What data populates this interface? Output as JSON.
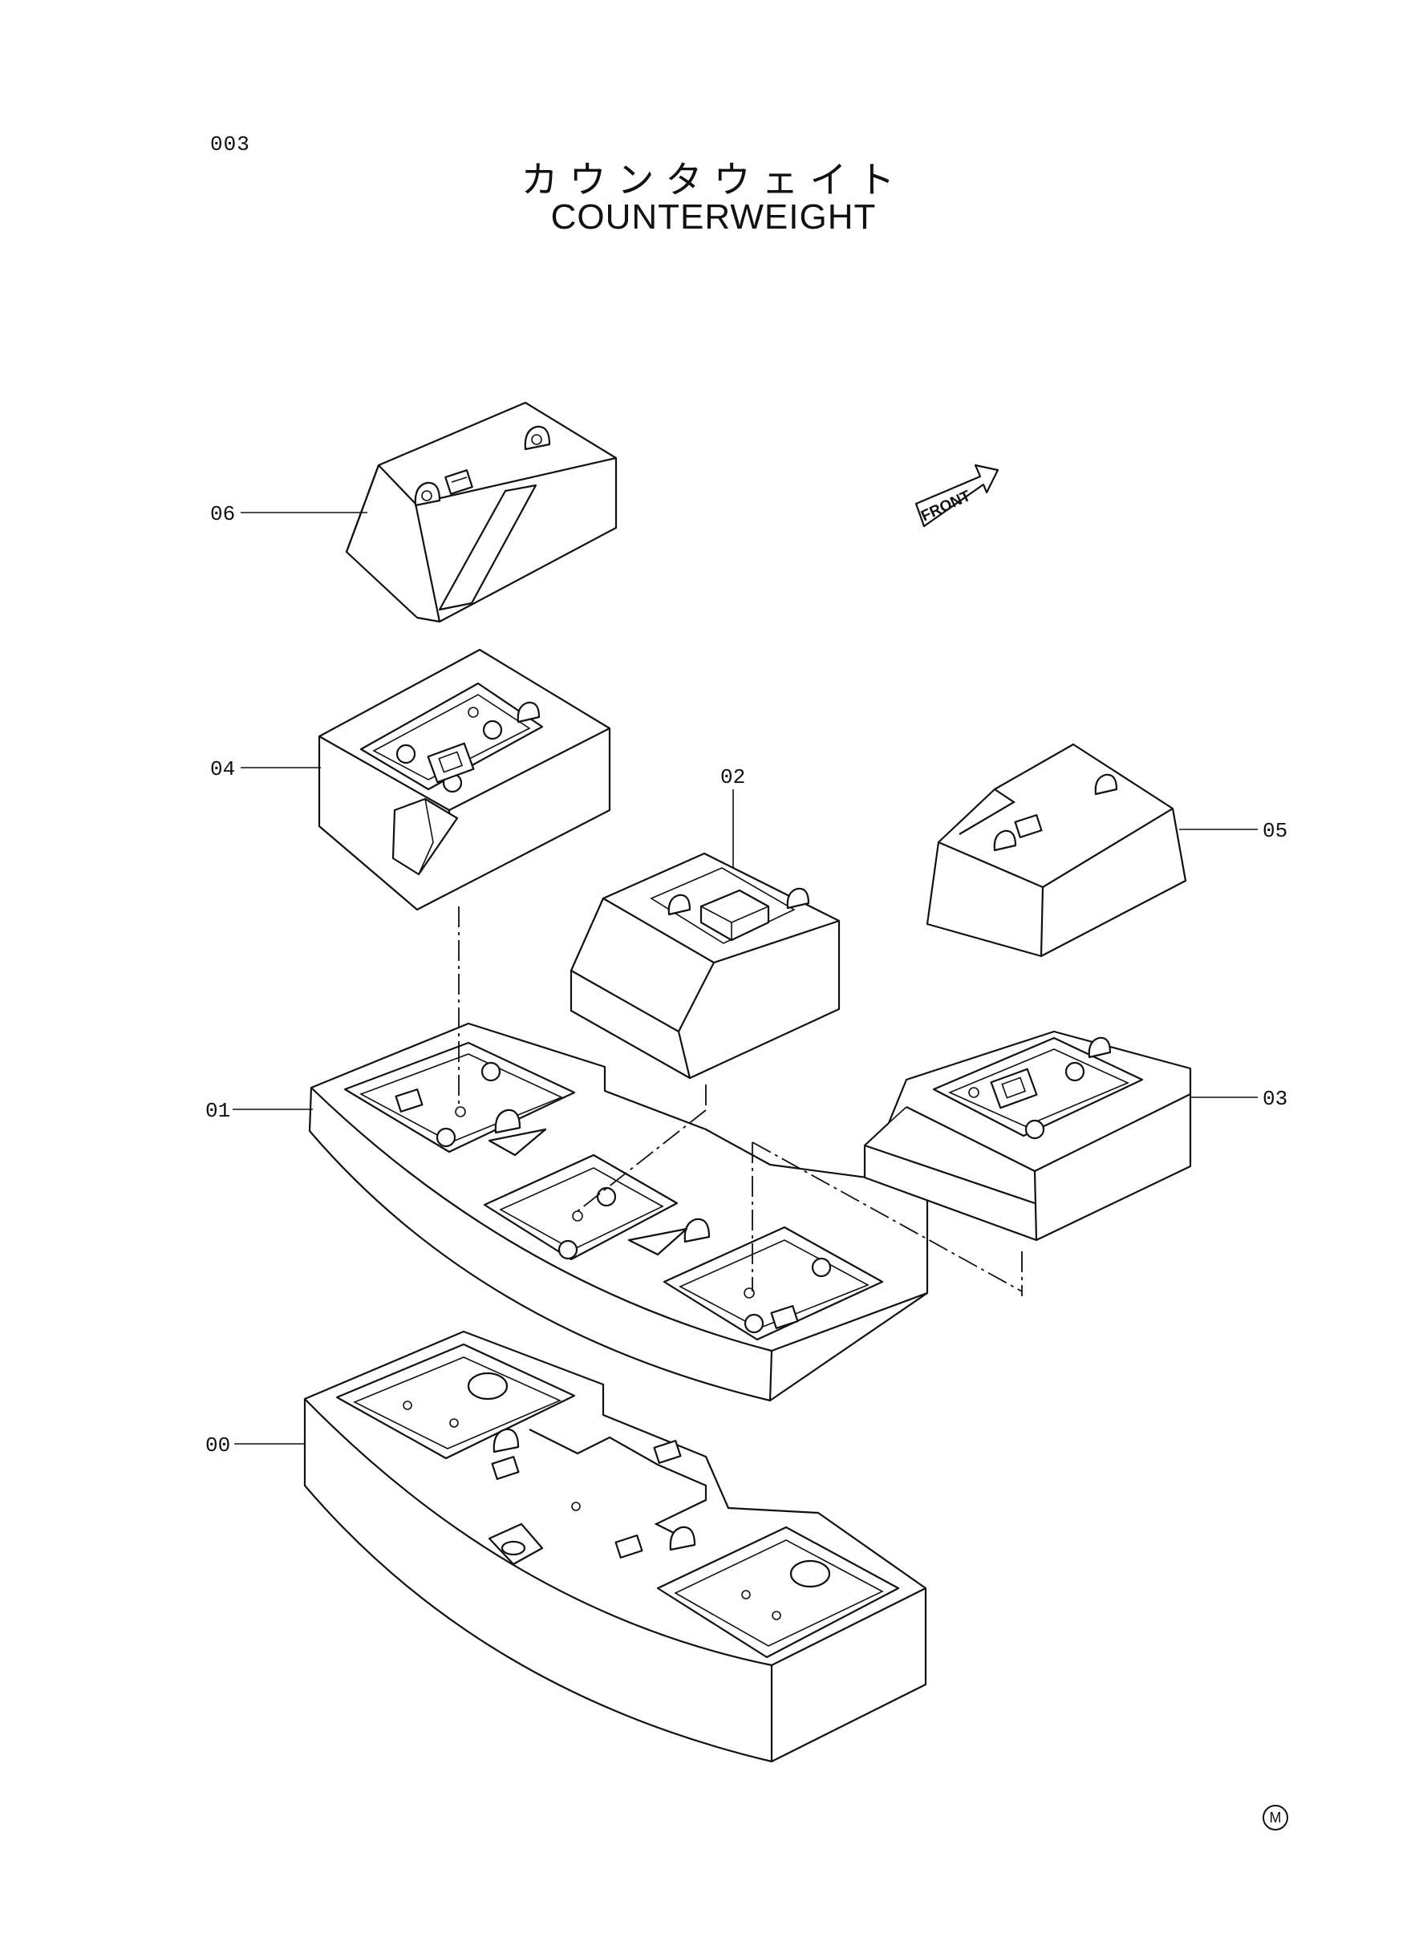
{
  "page_number": "003",
  "title_japanese": "カウンタウェイト",
  "title_english": "COUNTERWEIGHT",
  "direction_marker": "FRONT",
  "callouts": [
    "06",
    "04",
    "02",
    "05",
    "01",
    "03",
    "00"
  ],
  "corner_mark": "M"
}
